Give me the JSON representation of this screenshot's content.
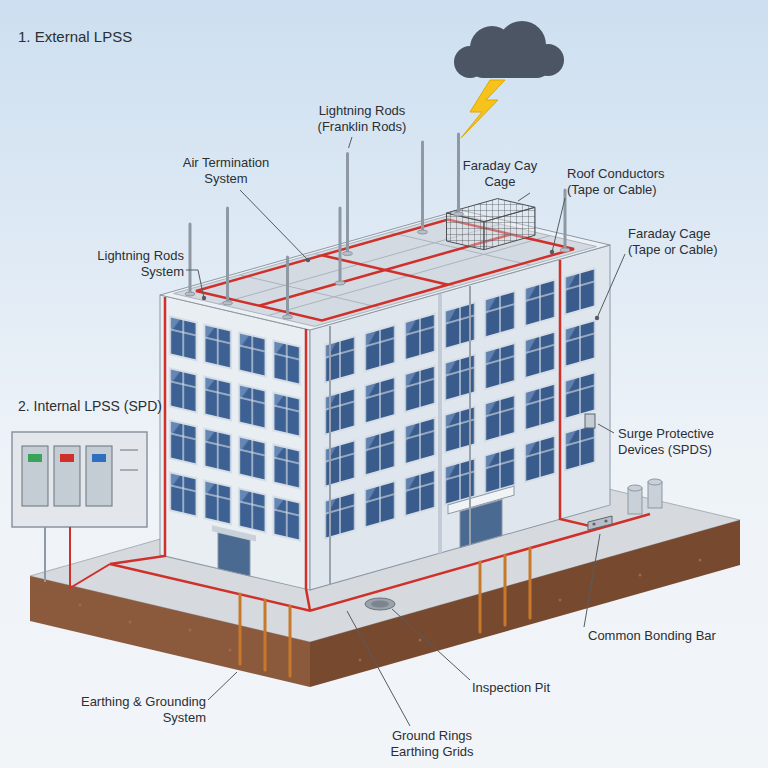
{
  "diagram": {
    "labels": [
      "1. External LPSS",
      "Lightning Rods (Franklin Rods)",
      "Faraday Cay Cage",
      "Air Termination System",
      "Roof Conductors (Tape or Cable)",
      "Lightning Rods System",
      "Faraday Cage (Tape or Cable)",
      "2. Internal LPSS (SPD)",
      "Surge Protective Devices (SPDS)",
      "Common Bonding Bar",
      "Earthing & Grounding System",
      "Inspection Pit",
      "Ground Rings Earthing Grids"
    ]
  }
}
